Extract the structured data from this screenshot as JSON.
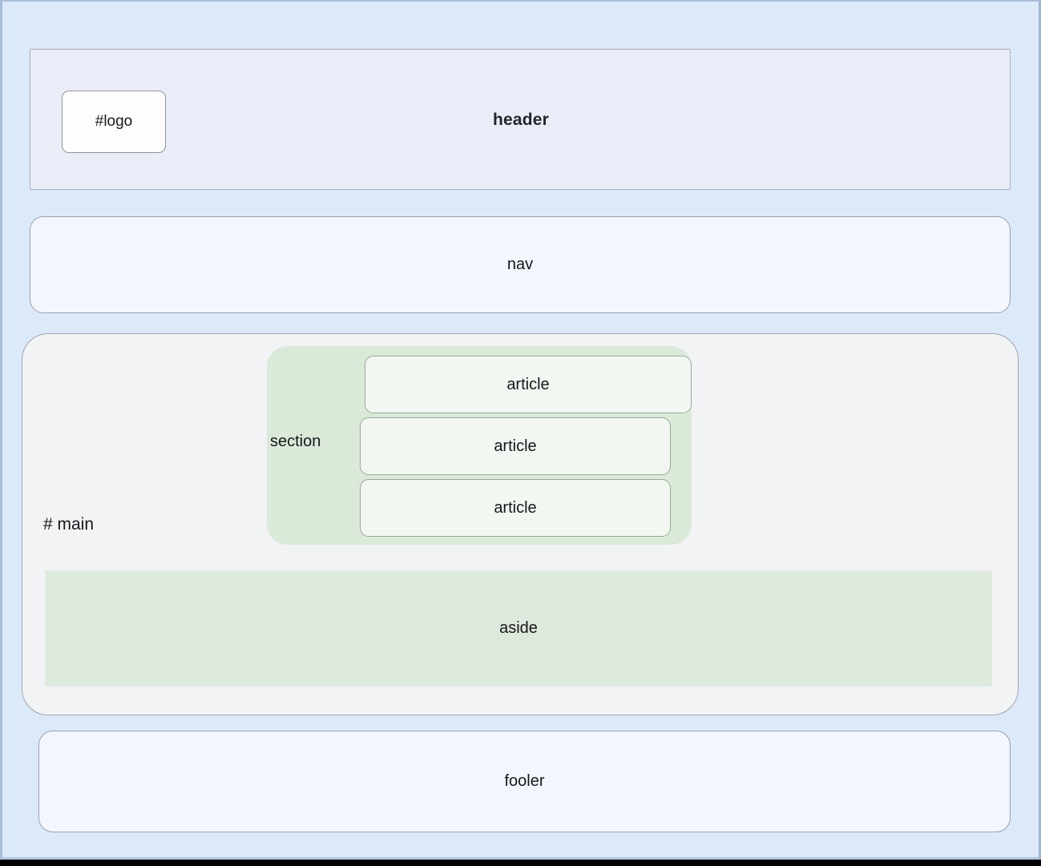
{
  "diagram": {
    "type": "html-semantic-layout-wireframe",
    "page_background_color": "#dce9f9",
    "bottom_bar_color": "#000000"
  },
  "header": {
    "label": "header",
    "background_color": "#e9edf7",
    "border_color": "#a9aeb8",
    "logo": {
      "label": "#logo",
      "background_color": "#fdfdfd",
      "border_color": "#919499"
    }
  },
  "nav": {
    "label": "nav",
    "background_color": "#f3f6fe",
    "border_color": "#9ba0aa"
  },
  "main": {
    "label": "# main",
    "background_color": "#f2f3f5",
    "border_color": "#a0a4ad",
    "section": {
      "label": "section",
      "background_color": "#dbe9d9",
      "articles": [
        {
          "label": "article"
        },
        {
          "label": "article"
        },
        {
          "label": "article"
        }
      ]
    },
    "aside": {
      "label": "aside",
      "background_color": "#dee9dd"
    }
  },
  "footer": {
    "label": "fooler",
    "background_color": "#f3f6fe",
    "border_color": "#9ba0aa"
  }
}
